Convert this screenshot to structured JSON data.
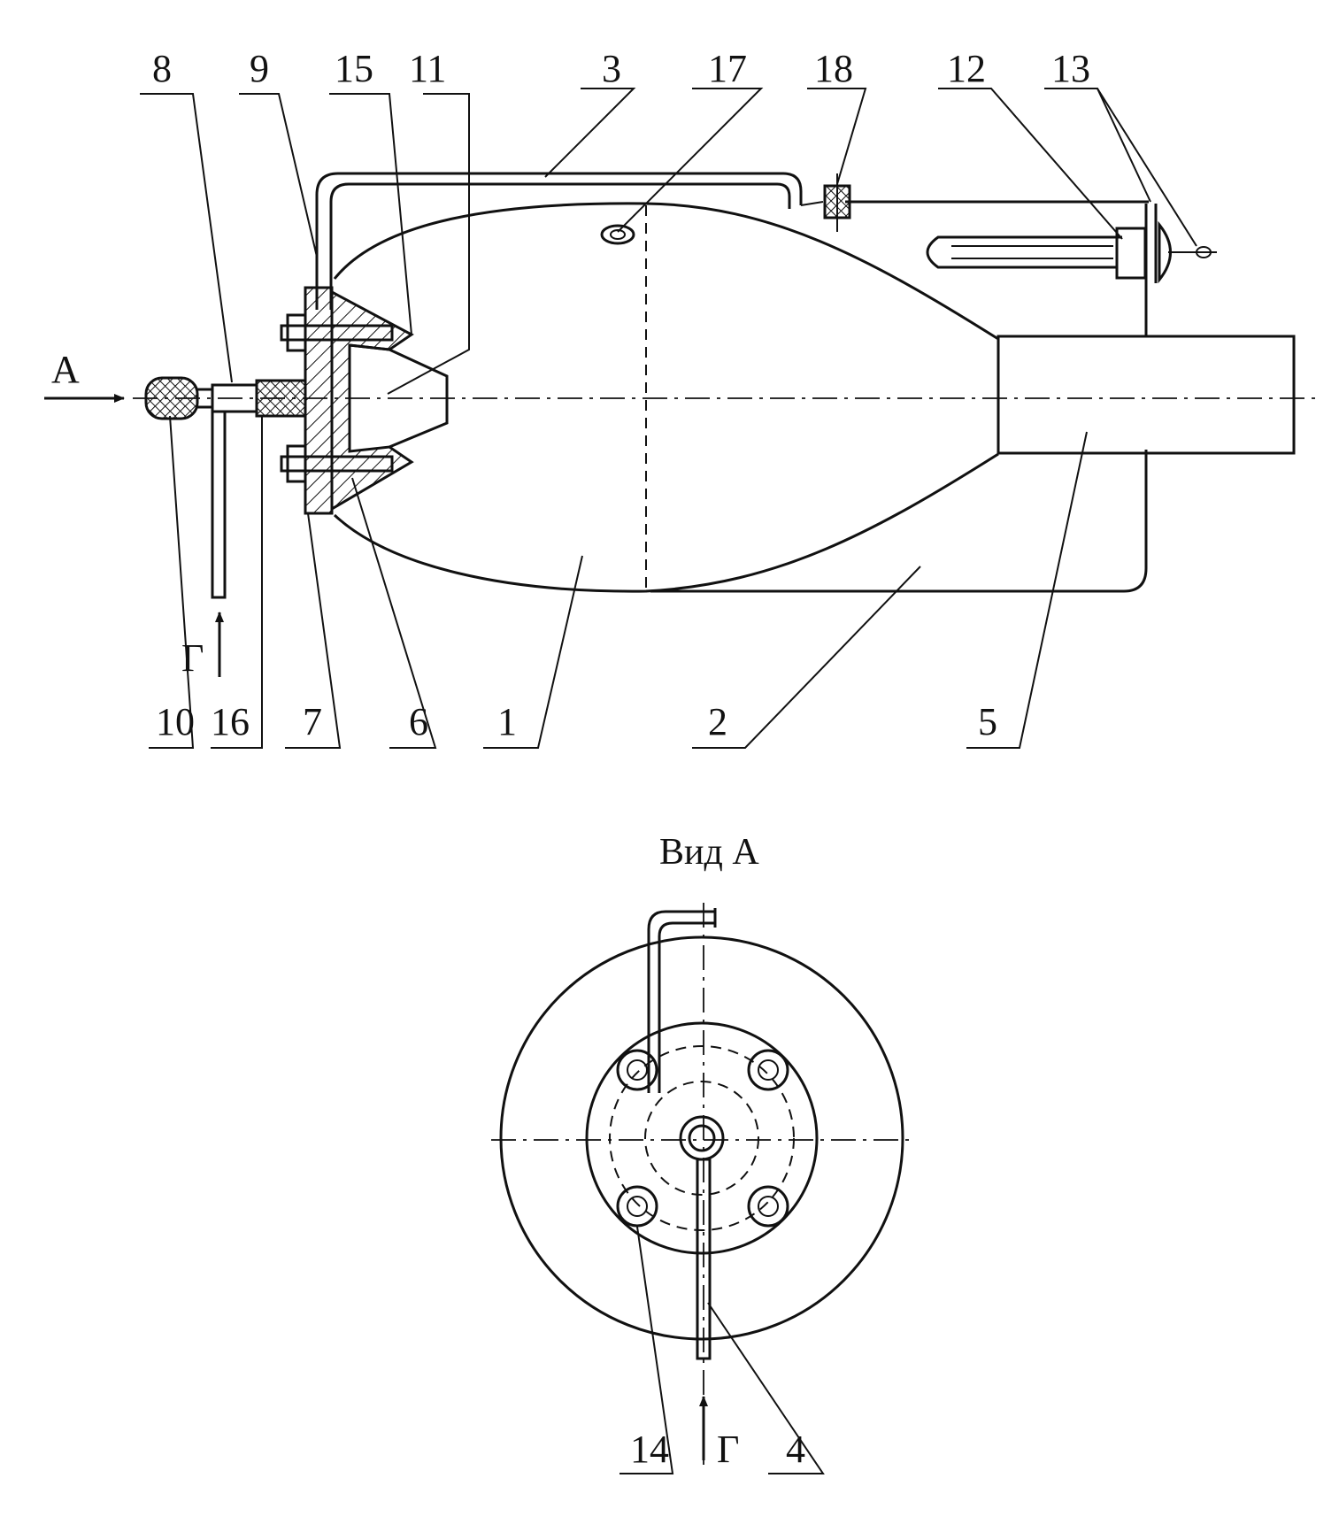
{
  "diagram": {
    "labels_top": [
      "8",
      "9",
      "15",
      "11",
      "3",
      "17",
      "18",
      "12",
      "13"
    ],
    "labels_bottom": [
      "10",
      "16",
      "7",
      "6",
      "1",
      "2",
      "5"
    ],
    "view_arrow_label": "А",
    "gas_arrow_label": "Г",
    "view_title": "Вид А",
    "view_labels": [
      "14",
      "Г",
      "4"
    ]
  }
}
